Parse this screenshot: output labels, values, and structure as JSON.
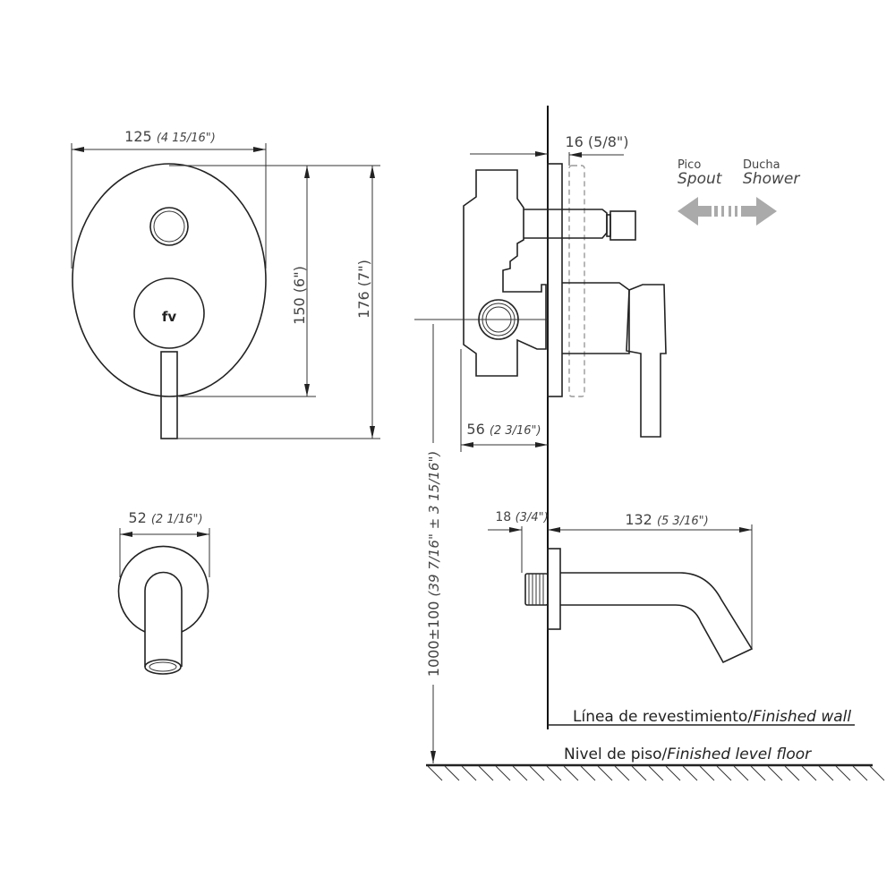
{
  "front_view": {
    "width_dim": {
      "value": "125",
      "imperial": "(4 15/16\")"
    },
    "height_plate_dim": {
      "value": "150",
      "imperial": "(6\")"
    },
    "height_total_dim": {
      "value": "176",
      "imperial": "(7\")"
    },
    "logo": "fv"
  },
  "spout_front": {
    "width_dim": {
      "value": "52",
      "imperial": "(2 1/16\")"
    }
  },
  "side_view": {
    "trim_dim": {
      "value": "16",
      "imperial": "(5/8\")"
    },
    "body_dim": {
      "value": "56",
      "imperial": "(2 3/16\")"
    },
    "diverter": {
      "left_label": "Pico",
      "left_label_en": "Spout",
      "right_label": "Ducha",
      "right_label_en": "Shower",
      "arrow_color": "#aaaaaa"
    }
  },
  "spout_side": {
    "thread_dim": {
      "value": "18",
      "imperial": "(3/4\")"
    },
    "length_dim": {
      "value": "132",
      "imperial": "(5 3/16\")"
    }
  },
  "height_dim": {
    "value": "1000±100",
    "imperial": "(39 7/16\" ± 3 15/16\")"
  },
  "finished_wall": {
    "es": "Línea de revestimiento/",
    "en": "Finished wall"
  },
  "floor": {
    "es": "Nivel de piso/",
    "en": "Finished level floor"
  }
}
